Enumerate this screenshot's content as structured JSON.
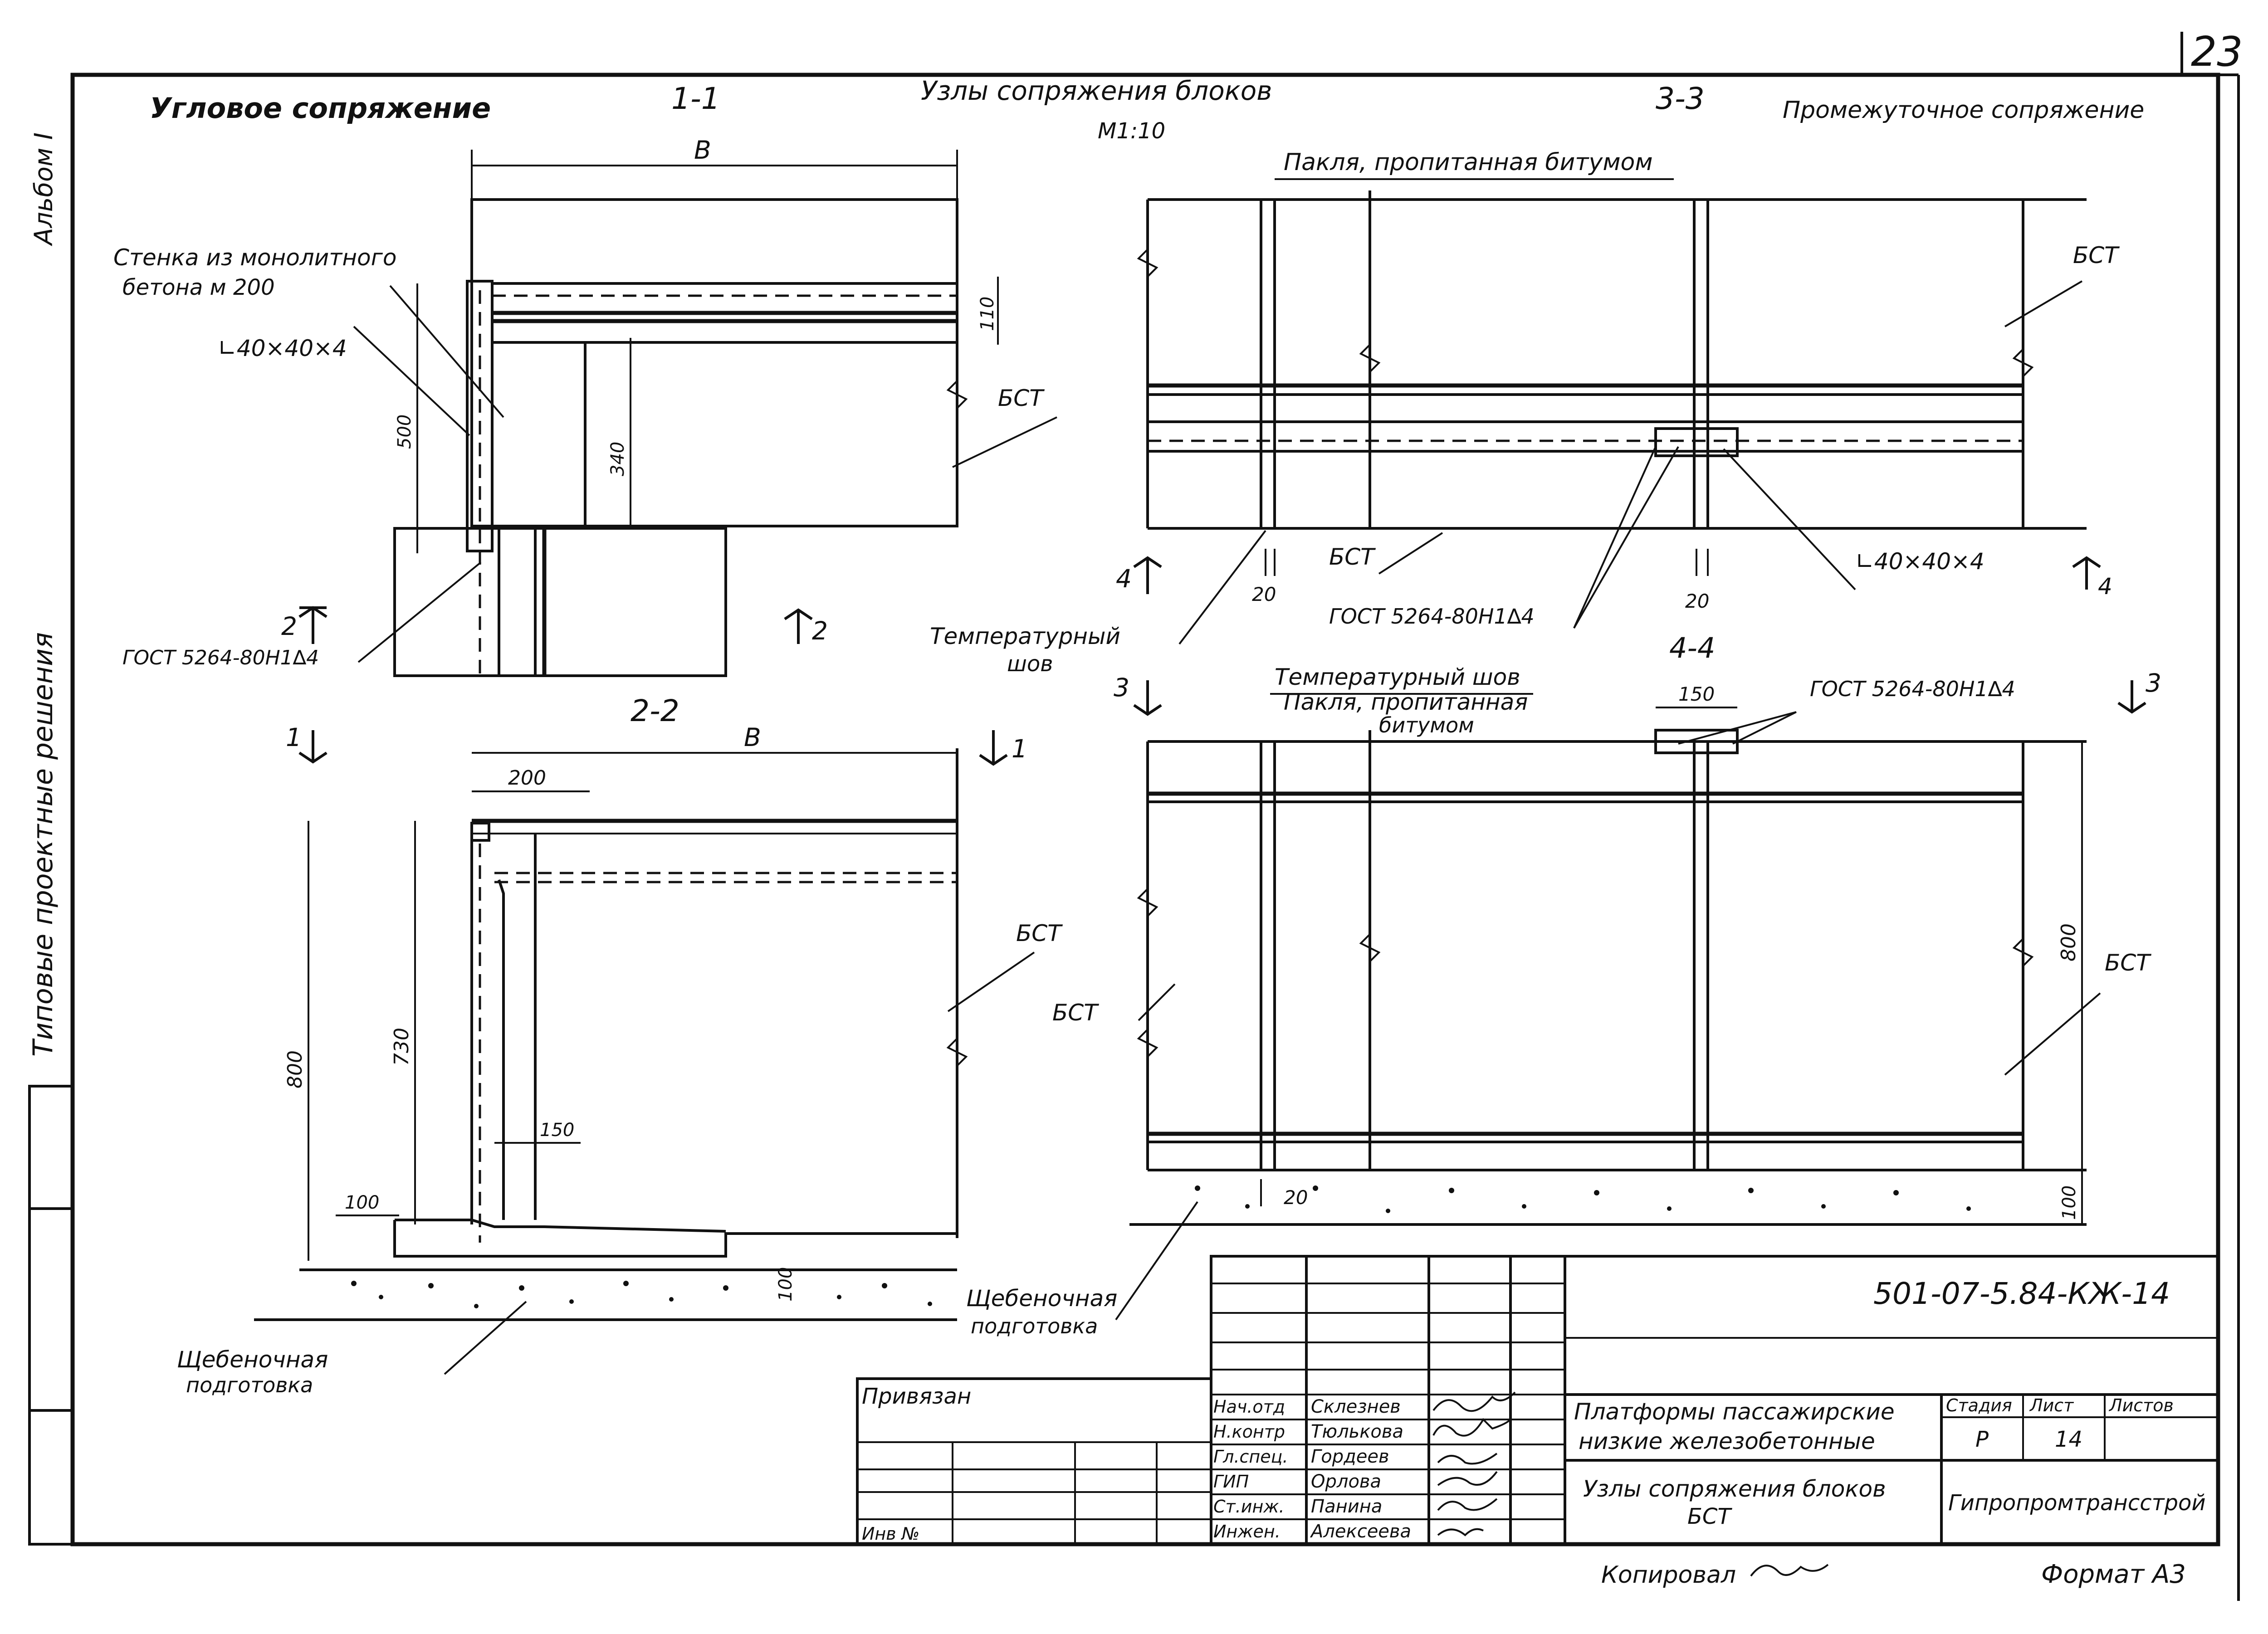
{
  "sheet_number": "23",
  "album_label": "Альбом I",
  "side_label": "Типовые проектные решения",
  "headers": {
    "corner_joint": "Угловое сопряжение",
    "section_1_1": "1-1",
    "title": "Узлы сопряжения блоков",
    "scale": "М1:10",
    "section_3_3": "3-3",
    "intermediate_joint": "Промежуточное сопряжение",
    "section_2_2": "2-2",
    "section_4_4": "4-4"
  },
  "callouts": {
    "wall": "Стенка из монолитного",
    "wall_2": "бетона м 200",
    "angle": "∟40×40×4",
    "angle_b": "∟40×40×4",
    "gost_a": "ГОСТ 5264-80Н1∆4",
    "gost_b": "ГОСТ 5264-80Н1∆4",
    "gost_c": "ГОСТ 5264-80Н1∆4",
    "bst_a": "БСТ",
    "bst_b": "БСТ",
    "bst_c": "БСТ",
    "bst_d": "БСТ",
    "bst_e": "БСТ",
    "bst_f": "БСТ",
    "tow_top": "Пакля, пропитанная битумом",
    "tow_2": "Пакля, пропитанная",
    "tow_2b": "битумом",
    "temp_joint": "Температурный",
    "temp_joint_b": "шов",
    "temp_joint_2": "Температурный шов",
    "gravel_a": "Щебеночная",
    "gravel_a2": "подготовка",
    "gravel_b": "Щебеночная",
    "gravel_b2": "подготовка"
  },
  "dimensions": {
    "b1": "В",
    "b2": "В",
    "d110": "110",
    "d500": "500",
    "d340": "340",
    "d200": "200",
    "d800a": "800",
    "d730": "730",
    "d150a": "150",
    "d100a": "100",
    "d100b": "100",
    "d20a": "20",
    "d20b": "20",
    "d20c": "20",
    "d150b": "150",
    "d800b": "800",
    "d100c": "100"
  },
  "cut_marks": {
    "m2l": "2",
    "m2r": "2",
    "m1l": "1",
    "m1r": "1",
    "m4l": "4",
    "m4r": "4",
    "m3l": "3",
    "m3r": "3"
  },
  "title_block": {
    "code": "501-07-5.84-КЖ-14",
    "privyazan": "Привязан",
    "inv": "Инв №",
    "roles": [
      "Нач.отд",
      "Н.контр",
      "Гл.спец.",
      "ГИП",
      "Ст.инж.",
      "Инжен."
    ],
    "names": [
      "Склезнев",
      "Тюлькова",
      "Гордеев",
      "Орлова",
      "Панина",
      "Алексеева"
    ],
    "project_line1": "Платформы пассажирские",
    "project_line2": "низкие железобетонные",
    "sheet_title1": "Узлы сопряжения блоков",
    "sheet_title2": "БСТ",
    "stage_label": "Стадия",
    "list_label": "Лист",
    "lists_label": "Листов",
    "stage": "Р",
    "list": "14",
    "org": "Гипропромтрансстрой"
  },
  "footer": {
    "copied": "Копировал",
    "format": "Формат А3"
  }
}
